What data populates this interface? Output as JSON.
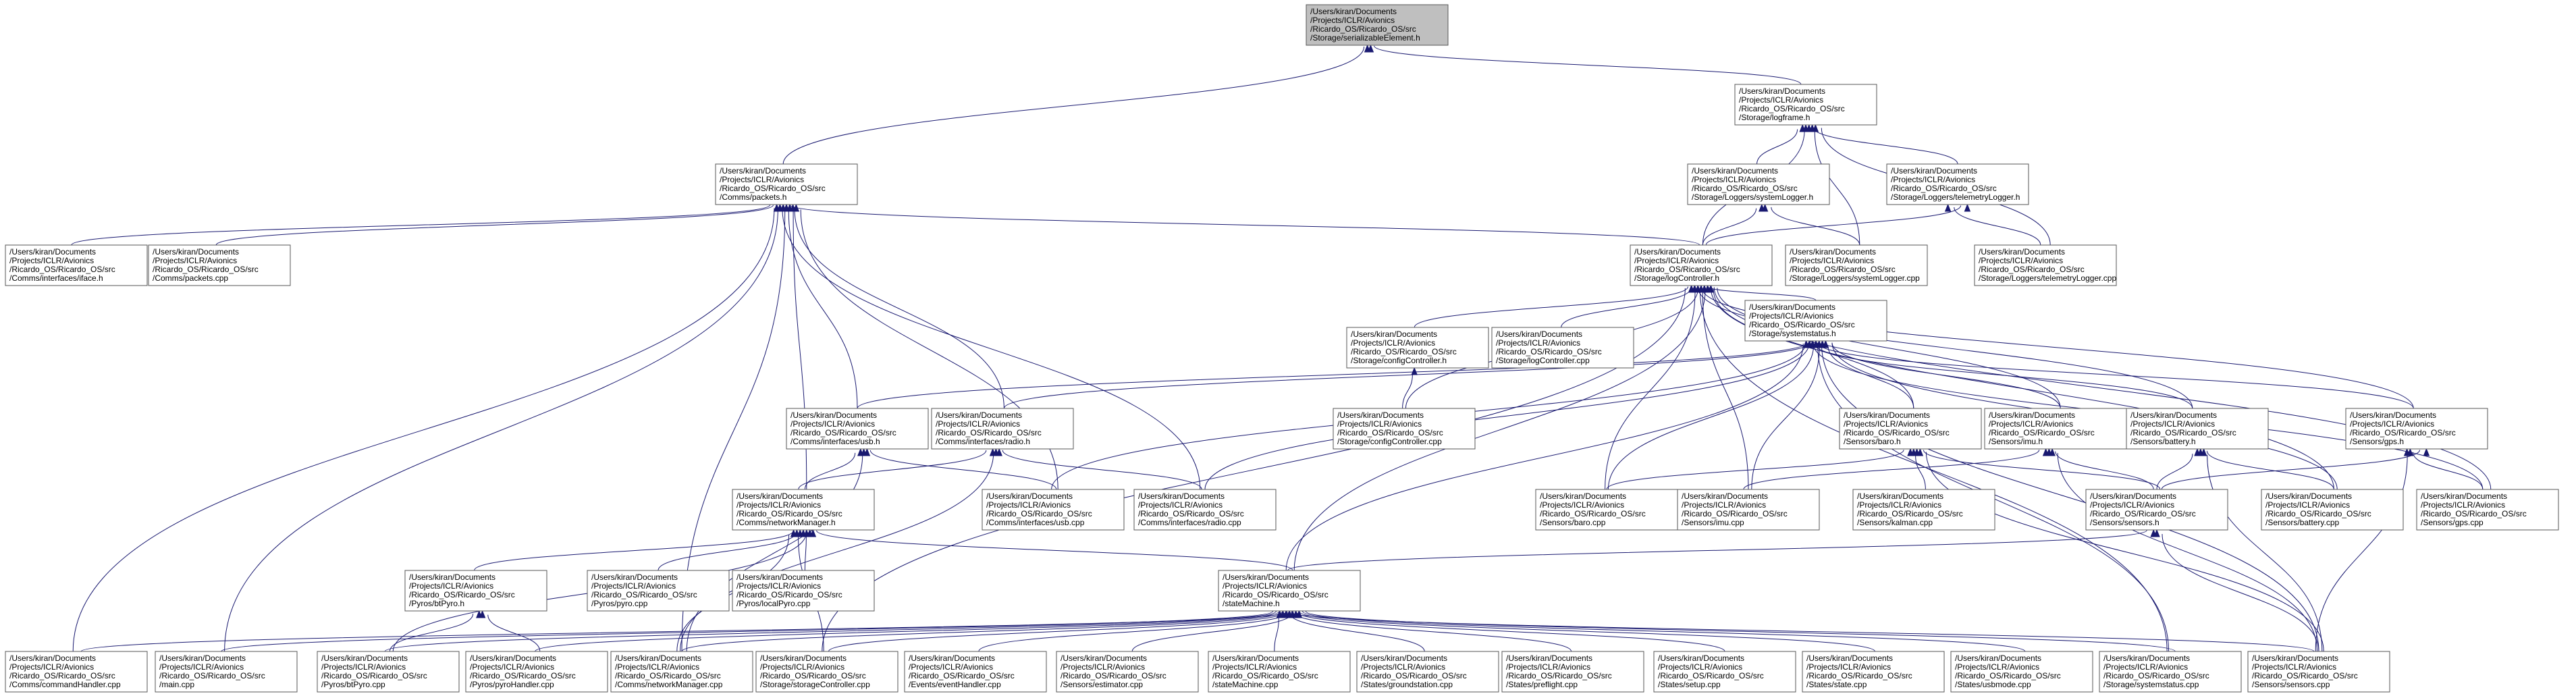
{
  "graph": {
    "root": "serializable",
    "nodes": [
      {
        "id": "serializable",
        "label": [
          "/Users/kiran/Documents",
          "/Projects/ICLR/Avionics",
          "/Ricardo_OS/Ricardo_OS/src",
          "/Storage/serializableElement.h"
        ]
      },
      {
        "id": "logframe_h",
        "label": [
          "/Users/kiran/Documents",
          "/Projects/ICLR/Avionics",
          "/Ricardo_OS/Ricardo_OS/src",
          "/Storage/logframe.h"
        ]
      },
      {
        "id": "packets_h",
        "label": [
          "/Users/kiran/Documents",
          "/Projects/ICLR/Avionics",
          "/Ricardo_OS/Ricardo_OS/src",
          "/Comms/packets.h"
        ]
      },
      {
        "id": "systemLogger_h",
        "label": [
          "/Users/kiran/Documents",
          "/Projects/ICLR/Avionics",
          "/Ricardo_OS/Ricardo_OS/src",
          "/Storage/Loggers/systemLogger.h"
        ]
      },
      {
        "id": "telemetryLogger_h",
        "label": [
          "/Users/kiran/Documents",
          "/Projects/ICLR/Avionics",
          "/Ricardo_OS/Ricardo_OS/src",
          "/Storage/Loggers/telemetryLogger.h"
        ]
      },
      {
        "id": "iface_h",
        "label": [
          "/Users/kiran/Documents",
          "/Projects/ICLR/Avionics",
          "/Ricardo_OS/Ricardo_OS/src",
          "/Comms/interfaces/iface.h"
        ]
      },
      {
        "id": "packets_cpp",
        "label": [
          "/Users/kiran/Documents",
          "/Projects/ICLR/Avionics",
          "/Ricardo_OS/Ricardo_OS/src",
          "/Comms/packets.cpp"
        ]
      },
      {
        "id": "logController_h",
        "label": [
          "/Users/kiran/Documents",
          "/Projects/ICLR/Avionics",
          "/Ricardo_OS/Ricardo_OS/src",
          "/Storage/logController.h"
        ]
      },
      {
        "id": "systemLogger_cpp",
        "label": [
          "/Users/kiran/Documents",
          "/Projects/ICLR/Avionics",
          "/Ricardo_OS/Ricardo_OS/src",
          "/Storage/Loggers/systemLogger.cpp"
        ]
      },
      {
        "id": "telemetryLogger_cpp",
        "label": [
          "/Users/kiran/Documents",
          "/Projects/ICLR/Avionics",
          "/Ricardo_OS/Ricardo_OS/src",
          "/Storage/Loggers/telemetryLogger.cpp"
        ]
      },
      {
        "id": "configController_h",
        "label": [
          "/Users/kiran/Documents",
          "/Projects/ICLR/Avionics",
          "/Ricardo_OS/Ricardo_OS/src",
          "/Storage/configController.h"
        ]
      },
      {
        "id": "logController_cpp",
        "label": [
          "/Users/kiran/Documents",
          "/Projects/ICLR/Avionics",
          "/Ricardo_OS/Ricardo_OS/src",
          "/Storage/logController.cpp"
        ]
      },
      {
        "id": "systemstatus_h",
        "label": [
          "/Users/kiran/Documents",
          "/Projects/ICLR/Avionics",
          "/Ricardo_OS/Ricardo_OS/src",
          "/Storage/systemstatus.h"
        ]
      },
      {
        "id": "usb_h",
        "label": [
          "/Users/kiran/Documents",
          "/Projects/ICLR/Avionics",
          "/Ricardo_OS/Ricardo_OS/src",
          "/Comms/interfaces/usb.h"
        ]
      },
      {
        "id": "radio_h",
        "label": [
          "/Users/kiran/Documents",
          "/Projects/ICLR/Avionics",
          "/Ricardo_OS/Ricardo_OS/src",
          "/Comms/interfaces/radio.h"
        ]
      },
      {
        "id": "configController_cpp",
        "label": [
          "/Users/kiran/Documents",
          "/Projects/ICLR/Avionics",
          "/Ricardo_OS/Ricardo_OS/src",
          "/Storage/configController.cpp"
        ]
      },
      {
        "id": "baro_h",
        "label": [
          "/Users/kiran/Documents",
          "/Projects/ICLR/Avionics",
          "/Ricardo_OS/Ricardo_OS/src",
          "/Sensors/baro.h"
        ]
      },
      {
        "id": "imu_h",
        "label": [
          "/Users/kiran/Documents",
          "/Projects/ICLR/Avionics",
          "/Ricardo_OS/Ricardo_OS/src",
          "/Sensors/imu.h"
        ]
      },
      {
        "id": "battery_h",
        "label": [
          "/Users/kiran/Documents",
          "/Projects/ICLR/Avionics",
          "/Ricardo_OS/Ricardo_OS/src",
          "/Sensors/battery.h"
        ]
      },
      {
        "id": "gps_h",
        "label": [
          "/Users/kiran/Documents",
          "/Projects/ICLR/Avionics",
          "/Ricardo_OS/Ricardo_OS/src",
          "/Sensors/gps.h"
        ]
      },
      {
        "id": "networkManager_h",
        "label": [
          "/Users/kiran/Documents",
          "/Projects/ICLR/Avionics",
          "/Ricardo_OS/Ricardo_OS/src",
          "/Comms/networkManager.h"
        ]
      },
      {
        "id": "usb_cpp",
        "label": [
          "/Users/kiran/Documents",
          "/Projects/ICLR/Avionics",
          "/Ricardo_OS/Ricardo_OS/src",
          "/Comms/interfaces/usb.cpp"
        ]
      },
      {
        "id": "radio_cpp",
        "label": [
          "/Users/kiran/Documents",
          "/Projects/ICLR/Avionics",
          "/Ricardo_OS/Ricardo_OS/src",
          "/Comms/interfaces/radio.cpp"
        ]
      },
      {
        "id": "baro_cpp",
        "label": [
          "/Users/kiran/Documents",
          "/Projects/ICLR/Avionics",
          "/Ricardo_OS/Ricardo_OS/src",
          "/Sensors/baro.cpp"
        ]
      },
      {
        "id": "imu_cpp",
        "label": [
          "/Users/kiran/Documents",
          "/Projects/ICLR/Avionics",
          "/Ricardo_OS/Ricardo_OS/src",
          "/Sensors/imu.cpp"
        ]
      },
      {
        "id": "kalman_cpp",
        "label": [
          "/Users/kiran/Documents",
          "/Projects/ICLR/Avionics",
          "/Ricardo_OS/Ricardo_OS/src",
          "/Sensors/kalman.cpp"
        ]
      },
      {
        "id": "sensors_h",
        "label": [
          "/Users/kiran/Documents",
          "/Projects/ICLR/Avionics",
          "/Ricardo_OS/Ricardo_OS/src",
          "/Sensors/sensors.h"
        ]
      },
      {
        "id": "battery_cpp",
        "label": [
          "/Users/kiran/Documents",
          "/Projects/ICLR/Avionics",
          "/Ricardo_OS/Ricardo_OS/src",
          "/Sensors/battery.cpp"
        ]
      },
      {
        "id": "gps_cpp",
        "label": [
          "/Users/kiran/Documents",
          "/Projects/ICLR/Avionics",
          "/Ricardo_OS/Ricardo_OS/src",
          "/Sensors/gps.cpp"
        ]
      },
      {
        "id": "btPyro_h",
        "label": [
          "/Users/kiran/Documents",
          "/Projects/ICLR/Avionics",
          "/Ricardo_OS/Ricardo_OS/src",
          "/Pyros/btPyro.h"
        ]
      },
      {
        "id": "pyro_cpp",
        "label": [
          "/Users/kiran/Documents",
          "/Projects/ICLR/Avionics",
          "/Ricardo_OS/Ricardo_OS/src",
          "/Pyros/pyro.cpp"
        ]
      },
      {
        "id": "localPyro_cpp",
        "label": [
          "/Users/kiran/Documents",
          "/Projects/ICLR/Avionics",
          "/Ricardo_OS/Ricardo_OS/src",
          "/Pyros/localPyro.cpp"
        ]
      },
      {
        "id": "stateMachine_h",
        "label": [
          "/Users/kiran/Documents",
          "/Projects/ICLR/Avionics",
          "/Ricardo_OS/Ricardo_OS/src",
          "/stateMachine.h"
        ]
      },
      {
        "id": "commandHandler_cpp",
        "label": [
          "/Users/kiran/Documents",
          "/Projects/ICLR/Avionics",
          "/Ricardo_OS/Ricardo_OS/src",
          "/Comms/commandHandler.cpp"
        ]
      },
      {
        "id": "main_cpp",
        "label": [
          "/Users/kiran/Documents",
          "/Projects/ICLR/Avionics",
          "/Ricardo_OS/Ricardo_OS/src",
          "/main.cpp"
        ]
      },
      {
        "id": "btPyro_cpp",
        "label": [
          "/Users/kiran/Documents",
          "/Projects/ICLR/Avionics",
          "/Ricardo_OS/Ricardo_OS/src",
          "/Pyros/btPyro.cpp"
        ]
      },
      {
        "id": "pyroHandler_cpp",
        "label": [
          "/Users/kiran/Documents",
          "/Projects/ICLR/Avionics",
          "/Ricardo_OS/Ricardo_OS/src",
          "/Pyros/pyroHandler.cpp"
        ]
      },
      {
        "id": "networkManager_cpp",
        "label": [
          "/Users/kiran/Documents",
          "/Projects/ICLR/Avionics",
          "/Ricardo_OS/Ricardo_OS/src",
          "/Comms/networkManager.cpp"
        ]
      },
      {
        "id": "storageController_cpp",
        "label": [
          "/Users/kiran/Documents",
          "/Projects/ICLR/Avionics",
          "/Ricardo_OS/Ricardo_OS/src",
          "/Storage/storageController.cpp"
        ]
      },
      {
        "id": "eventHandler_cpp",
        "label": [
          "/Users/kiran/Documents",
          "/Projects/ICLR/Avionics",
          "/Ricardo_OS/Ricardo_OS/src",
          "/Events/eventHandler.cpp"
        ]
      },
      {
        "id": "estimator_cpp",
        "label": [
          "/Users/kiran/Documents",
          "/Projects/ICLR/Avionics",
          "/Ricardo_OS/Ricardo_OS/src",
          "/Sensors/estimator.cpp"
        ]
      },
      {
        "id": "stateMachine_cpp",
        "label": [
          "/Users/kiran/Documents",
          "/Projects/ICLR/Avionics",
          "/Ricardo_OS/Ricardo_OS/src",
          "/stateMachine.cpp"
        ]
      },
      {
        "id": "groundstation_cpp",
        "label": [
          "/Users/kiran/Documents",
          "/Projects/ICLR/Avionics",
          "/Ricardo_OS/Ricardo_OS/src",
          "/States/groundstation.cpp"
        ]
      },
      {
        "id": "preflight_cpp",
        "label": [
          "/Users/kiran/Documents",
          "/Projects/ICLR/Avionics",
          "/Ricardo_OS/Ricardo_OS/src",
          "/States/preflight.cpp"
        ]
      },
      {
        "id": "setup_cpp",
        "label": [
          "/Users/kiran/Documents",
          "/Projects/ICLR/Avionics",
          "/Ricardo_OS/Ricardo_OS/src",
          "/States/setup.cpp"
        ]
      },
      {
        "id": "state_cpp",
        "label": [
          "/Users/kiran/Documents",
          "/Projects/ICLR/Avionics",
          "/Ricardo_OS/Ricardo_OS/src",
          "/States/state.cpp"
        ]
      },
      {
        "id": "usbmode_cpp",
        "label": [
          "/Users/kiran/Documents",
          "/Projects/ICLR/Avionics",
          "/Ricardo_OS/Ricardo_OS/src",
          "/States/usbmode.cpp"
        ]
      },
      {
        "id": "systemstatus_cpp",
        "label": [
          "/Users/kiran/Documents",
          "/Projects/ICLR/Avionics",
          "/Ricardo_OS/Ricardo_OS/src",
          "/Storage/systemstatus.cpp"
        ]
      },
      {
        "id": "sensors_cpp",
        "label": [
          "/Users/kiran/Documents",
          "/Projects/ICLR/Avionics",
          "/Ricardo_OS/Ricardo_OS/src",
          "/Sensors/sensors.cpp"
        ]
      }
    ],
    "edges": [
      [
        "logframe_h",
        "serializable"
      ],
      [
        "packets_h",
        "serializable"
      ],
      [
        "systemLogger_h",
        "logframe_h"
      ],
      [
        "telemetryLogger_h",
        "logframe_h"
      ],
      [
        "logController_h",
        "logframe_h"
      ],
      [
        "systemLogger_cpp",
        "logframe_h"
      ],
      [
        "telemetryLogger_cpp",
        "logframe_h"
      ],
      [
        "iface_h",
        "packets_h"
      ],
      [
        "packets_cpp",
        "packets_h"
      ],
      [
        "logController_h",
        "packets_h"
      ],
      [
        "usb_h",
        "packets_h"
      ],
      [
        "radio_h",
        "packets_h"
      ],
      [
        "networkManager_h",
        "packets_h"
      ],
      [
        "usb_cpp",
        "packets_h"
      ],
      [
        "radio_cpp",
        "packets_h"
      ],
      [
        "commandHandler_cpp",
        "packets_h"
      ],
      [
        "main_cpp",
        "packets_h"
      ],
      [
        "networkManager_cpp",
        "packets_h"
      ],
      [
        "logController_h",
        "systemLogger_h"
      ],
      [
        "systemLogger_cpp",
        "systemLogger_h"
      ],
      [
        "logController_h",
        "telemetryLogger_h"
      ],
      [
        "telemetryLogger_cpp",
        "telemetryLogger_h"
      ],
      [
        "configController_h",
        "logController_h"
      ],
      [
        "logController_cpp",
        "logController_h"
      ],
      [
        "systemstatus_h",
        "logController_h"
      ],
      [
        "configController_cpp",
        "logController_h"
      ],
      [
        "baro_h",
        "logController_h"
      ],
      [
        "imu_h",
        "logController_h"
      ],
      [
        "battery_h",
        "logController_h"
      ],
      [
        "gps_h",
        "logController_h"
      ],
      [
        "baro_cpp",
        "logController_h"
      ],
      [
        "imu_cpp",
        "logController_h"
      ],
      [
        "battery_cpp",
        "logController_h"
      ],
      [
        "gps_cpp",
        "logController_h"
      ],
      [
        "stateMachine_h",
        "logController_h"
      ],
      [
        "storageController_cpp",
        "logController_h"
      ],
      [
        "systemstatus_cpp",
        "logController_h"
      ],
      [
        "configController_cpp",
        "configController_h"
      ],
      [
        "usb_h",
        "systemstatus_h"
      ],
      [
        "radio_h",
        "systemstatus_h"
      ],
      [
        "baro_h",
        "systemstatus_h"
      ],
      [
        "imu_h",
        "systemstatus_h"
      ],
      [
        "battery_h",
        "systemstatus_h"
      ],
      [
        "gps_h",
        "systemstatus_h"
      ],
      [
        "usb_cpp",
        "systemstatus_h"
      ],
      [
        "radio_cpp",
        "systemstatus_h"
      ],
      [
        "baro_cpp",
        "systemstatus_h"
      ],
      [
        "imu_cpp",
        "systemstatus_h"
      ],
      [
        "battery_cpp",
        "systemstatus_h"
      ],
      [
        "gps_cpp",
        "systemstatus_h"
      ],
      [
        "stateMachine_h",
        "systemstatus_h"
      ],
      [
        "systemstatus_cpp",
        "systemstatus_h"
      ],
      [
        "sensors_cpp",
        "systemstatus_h"
      ],
      [
        "networkManager_h",
        "usb_h"
      ],
      [
        "usb_cpp",
        "usb_h"
      ],
      [
        "networkManager_cpp",
        "usb_h"
      ],
      [
        "networkManager_h",
        "radio_h"
      ],
      [
        "radio_cpp",
        "radio_h"
      ],
      [
        "networkManager_cpp",
        "radio_h"
      ],
      [
        "baro_cpp",
        "baro_h"
      ],
      [
        "kalman_cpp",
        "baro_h"
      ],
      [
        "sensors_h",
        "baro_h"
      ],
      [
        "sensors_cpp",
        "baro_h"
      ],
      [
        "imu_cpp",
        "imu_h"
      ],
      [
        "sensors_h",
        "imu_h"
      ],
      [
        "sensors_cpp",
        "imu_h"
      ],
      [
        "sensors_h",
        "battery_h"
      ],
      [
        "battery_cpp",
        "battery_h"
      ],
      [
        "sensors_cpp",
        "battery_h"
      ],
      [
        "sensors_h",
        "gps_h"
      ],
      [
        "gps_cpp",
        "gps_h"
      ],
      [
        "sensors_cpp",
        "gps_h"
      ],
      [
        "btPyro_h",
        "networkManager_h"
      ],
      [
        "pyro_cpp",
        "networkManager_h"
      ],
      [
        "localPyro_cpp",
        "networkManager_h"
      ],
      [
        "stateMachine_h",
        "networkManager_h"
      ],
      [
        "btPyro_cpp",
        "networkManager_h"
      ],
      [
        "networkManager_cpp",
        "networkManager_h"
      ],
      [
        "storageController_cpp",
        "networkManager_h"
      ],
      [
        "stateMachine_h",
        "sensors_h"
      ],
      [
        "sensors_cpp",
        "sensors_h"
      ],
      [
        "btPyro_cpp",
        "btPyro_h"
      ],
      [
        "pyroHandler_cpp",
        "btPyro_h"
      ],
      [
        "commandHandler_cpp",
        "stateMachine_h"
      ],
      [
        "main_cpp",
        "stateMachine_h"
      ],
      [
        "btPyro_cpp",
        "stateMachine_h"
      ],
      [
        "pyroHandler_cpp",
        "stateMachine_h"
      ],
      [
        "networkManager_cpp",
        "stateMachine_h"
      ],
      [
        "storageController_cpp",
        "stateMachine_h"
      ],
      [
        "eventHandler_cpp",
        "stateMachine_h"
      ],
      [
        "estimator_cpp",
        "stateMachine_h"
      ],
      [
        "stateMachine_cpp",
        "stateMachine_h"
      ],
      [
        "groundstation_cpp",
        "stateMachine_h"
      ],
      [
        "preflight_cpp",
        "stateMachine_h"
      ],
      [
        "setup_cpp",
        "stateMachine_h"
      ],
      [
        "state_cpp",
        "stateMachine_h"
      ],
      [
        "usbmode_cpp",
        "stateMachine_h"
      ],
      [
        "systemstatus_cpp",
        "stateMachine_h"
      ],
      [
        "sensors_cpp",
        "stateMachine_h"
      ]
    ]
  },
  "colors": {
    "edge": "#191970",
    "node_border": "#555555",
    "root_fill": "#bfbfbf",
    "background": "#ffffff"
  }
}
